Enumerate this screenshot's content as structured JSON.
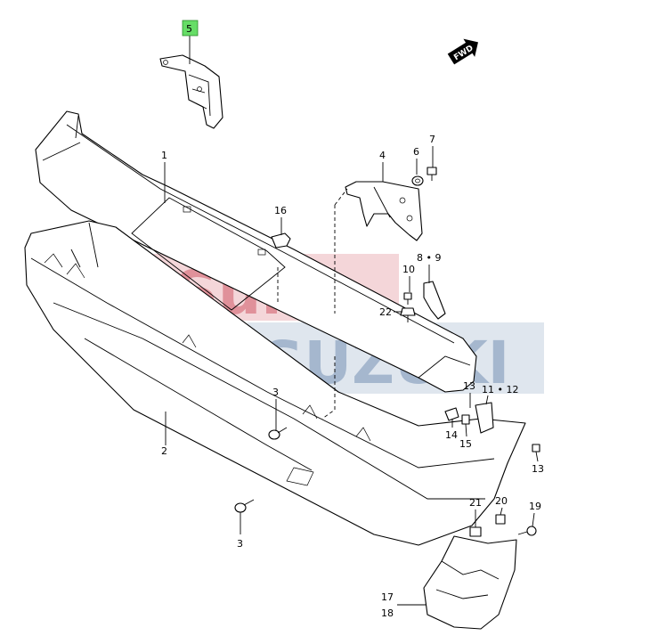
{
  "watermark": {
    "top_text": "Sumo",
    "bottom_text": "SUZUKI",
    "top_color": "#d9707a",
    "bottom_color": "#8fa6c2"
  },
  "direction_marker": {
    "text": "FWD"
  },
  "highlight_color": "#66dd66",
  "callouts": [
    {
      "id": "5",
      "label": "5",
      "highlighted": true
    },
    {
      "id": "1",
      "label": "1"
    },
    {
      "id": "2",
      "label": "2"
    },
    {
      "id": "3a",
      "label": "3"
    },
    {
      "id": "3b",
      "label": "3"
    },
    {
      "id": "4",
      "label": "4"
    },
    {
      "id": "6",
      "label": "6"
    },
    {
      "id": "7",
      "label": "7"
    },
    {
      "id": "8-9",
      "label": "8 • 9"
    },
    {
      "id": "10",
      "label": "10"
    },
    {
      "id": "22",
      "label": "22"
    },
    {
      "id": "16",
      "label": "16"
    },
    {
      "id": "13a",
      "label": "13"
    },
    {
      "id": "11-12",
      "label": "11 • 12"
    },
    {
      "id": "14",
      "label": "14"
    },
    {
      "id": "15",
      "label": "15"
    },
    {
      "id": "13b",
      "label": "13"
    },
    {
      "id": "20",
      "label": "20"
    },
    {
      "id": "21",
      "label": "21"
    },
    {
      "id": "19",
      "label": "19"
    },
    {
      "id": "17",
      "label": "17"
    },
    {
      "id": "18",
      "label": "18"
    }
  ]
}
